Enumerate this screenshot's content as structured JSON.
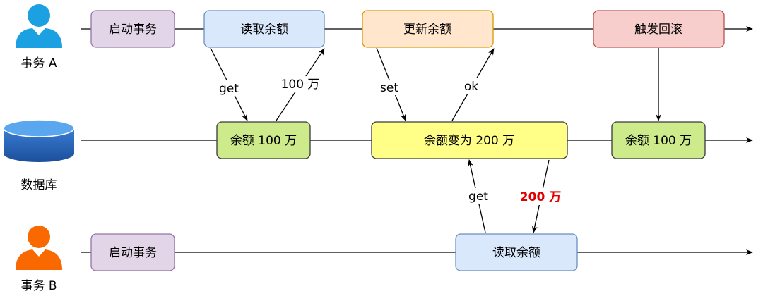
{
  "actors": {
    "tx_a": "事务 A",
    "db": "数据库",
    "tx_b": "事务 B"
  },
  "boxes": {
    "a_start": "启动事务",
    "a_read": "读取余额",
    "a_update": "更新余额",
    "a_rollback": "触发回滚",
    "db_balance_1": "余额 100 万",
    "db_balance_2": "余额变为 200 万",
    "db_balance_3": "余额 100 万",
    "b_start": "启动事务",
    "b_read": "读取余额"
  },
  "edge_labels": {
    "get_1": "get",
    "value_100": "100 万",
    "set": "set",
    "ok": "ok",
    "get_2": "get",
    "value_200": "200 万"
  },
  "colors": {
    "purple_fill": "#e1d5e7",
    "purple_stroke": "#9673a6",
    "blue_fill": "#dae8fc",
    "blue_stroke": "#6c8ebf",
    "orange_fill": "#ffe6cc",
    "orange_stroke": "#d79b00",
    "red_fill": "#f8cecc",
    "red_stroke": "#b85450",
    "green_fill": "#cdeb8b",
    "green_stroke": "#36393d",
    "yellow_fill": "#ffff88",
    "yellow_stroke": "#36393d",
    "actor_blue": "#1ba1e2",
    "actor_orange": "#fa6800",
    "highlight_red": "#e00000"
  }
}
